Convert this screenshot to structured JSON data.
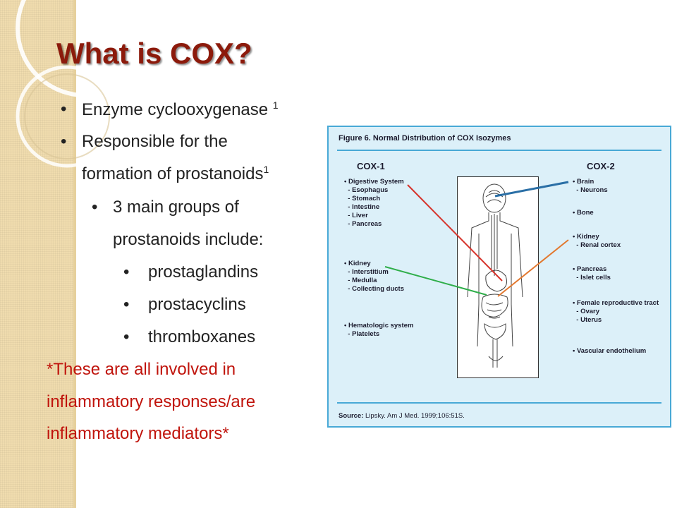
{
  "slide": {
    "title": "What is COX?",
    "bullets": [
      {
        "text": "Enzyme cyclooxygenase ",
        "sup": "1"
      },
      {
        "text": "Responsible for the"
      },
      {
        "text": "formation of prostanoids",
        "sup": "1"
      },
      {
        "text": "3 main groups of"
      },
      {
        "text": "prostanoids include:"
      },
      {
        "text": "prostaglandins"
      },
      {
        "text": "prostacyclins"
      },
      {
        "text": "thromboxanes"
      }
    ],
    "note_lines": [
      "*These are all involved in",
      "inflammatory responses/are",
      "inflammatory mediators*"
    ],
    "accent_color": "#8c1a0b",
    "note_color": "#c0140c"
  },
  "figure": {
    "title_prefix": "Figure 6.",
    "title_text": "Normal Distribution of COX Isozymes",
    "cox1_heading": "COX-1",
    "cox2_heading": "COX-2",
    "cox1_groups": [
      {
        "name": "Digestive System",
        "items": [
          "- Esophagus",
          "- Stomach",
          "- Intestine",
          "- Liver",
          "- Pancreas"
        ]
      },
      {
        "name": "Kidney",
        "items": [
          "- Interstitium",
          "- Medulla",
          "- Collecting ducts"
        ]
      },
      {
        "name": "Hematologic system",
        "items": [
          "- Platelets"
        ]
      }
    ],
    "cox2_groups": [
      {
        "name": "Brain",
        "items": [
          "- Neurons"
        ]
      },
      {
        "name": "Bone",
        "items": []
      },
      {
        "name": "Kidney",
        "items": [
          "- Renal cortex"
        ]
      },
      {
        "name": "Pancreas",
        "items": [
          "- Islet cells"
        ]
      },
      {
        "name": "Female reproductive tract",
        "items": [
          "- Ovary",
          "- Uterus"
        ]
      },
      {
        "name": "Vascular endothelium",
        "items": []
      }
    ],
    "source_label": "Source:",
    "source_text": "Lipsky. Am J Med. 1999;106:51S.",
    "border_color": "#48a9d6",
    "background_color": "#dcf0f9",
    "leader_colors": {
      "digestive": "#d6322a",
      "kidney_cox1": "#2fae4a",
      "brain": "#2a6fa6",
      "kidney_cox2": "#e2782f"
    }
  }
}
